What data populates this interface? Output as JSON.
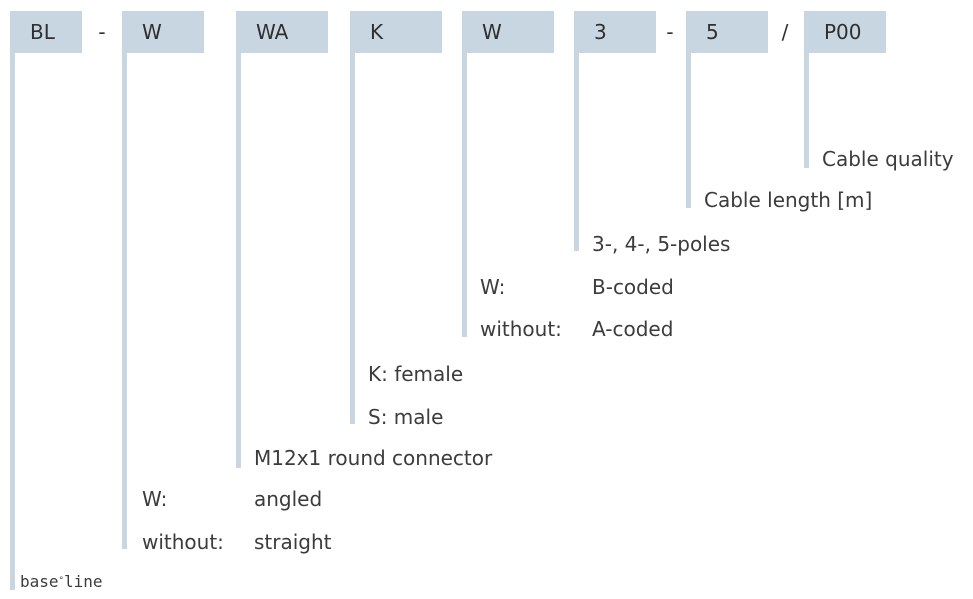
{
  "code_segments": {
    "bl": "BL",
    "dash1": "-",
    "w": "W",
    "wa": "WA",
    "k": "K",
    "w2": "W",
    "three": "3",
    "dash2": "-",
    "five": "5",
    "slash": "/",
    "p00": "P00"
  },
  "labels": {
    "cable_quality": "Cable quality",
    "cable_length": "Cable length [m]",
    "poles": "3-, 4-, 5-poles",
    "coding_w_key": "W:",
    "coding_w_val": "B-coded",
    "coding_without_key": "without:",
    "coding_without_val": "A-coded",
    "female": "K: female",
    "male": "S:  male",
    "connector": "M12x1 round connector",
    "angled_key": "W:",
    "angled_val": "angled",
    "straight_key": "without:",
    "straight_val": "straight"
  },
  "brand": {
    "part1": "base",
    "dot": "°",
    "part2": "line"
  },
  "colors": {
    "accent": "#c8d6e2",
    "text": "#3c3c3c"
  }
}
